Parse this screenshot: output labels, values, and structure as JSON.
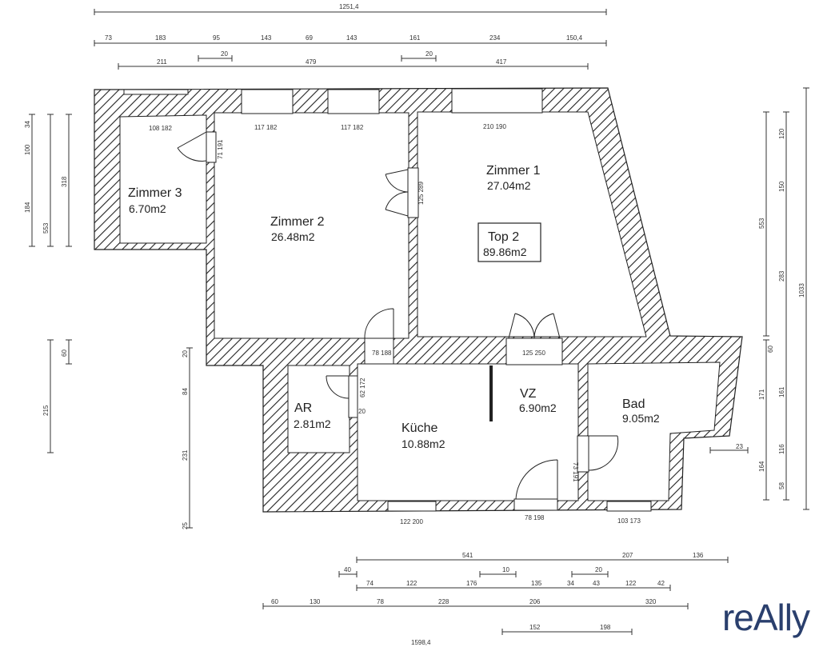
{
  "brand": "reAlly",
  "top_box": {
    "title": "Top  2",
    "area": "89.86m2"
  },
  "rooms": [
    {
      "name": "Zimmer 3",
      "area": "6.70m2"
    },
    {
      "name": "Zimmer 2",
      "area": "26.48m2"
    },
    {
      "name": "Zimmer 1",
      "area": "27.04m2"
    },
    {
      "name": "AR",
      "area": "2.81m2"
    },
    {
      "name": "Küche",
      "area": "10.88m2"
    },
    {
      "name": "VZ",
      "area": "6.90m2"
    },
    {
      "name": "Bad",
      "area": "9.05m2"
    }
  ],
  "openings": [
    "108 182",
    "117 182",
    "117 182",
    "210 190",
    "71 191",
    "125 289",
    "78 188",
    "125 250",
    "62 172",
    "20",
    "73 191",
    "122 200",
    "78 198",
    "103 173",
    "23"
  ],
  "top_dims": {
    "total": "1251,4",
    "row1": [
      "73",
      "183",
      "95",
      "143",
      "69",
      "143",
      "161",
      "234",
      "150,4"
    ],
    "row2": [
      "211",
      "20",
      "479",
      "20",
      "417"
    ]
  },
  "left_dims": {
    "outer": [
      "34",
      "100",
      "184",
      "553",
      "60",
      "215"
    ],
    "inner": [
      "318",
      "20",
      "84",
      "231",
      "25"
    ]
  },
  "right_dims": {
    "outer": [
      "553",
      "60",
      "171",
      "164"
    ],
    "inner": [
      "120",
      "150",
      "283",
      "161",
      "116",
      "58"
    ],
    "total": "1033"
  },
  "bottom_dims": {
    "row1": [
      "541",
      "207",
      "136"
    ],
    "row2": [
      "40",
      "10",
      "20"
    ],
    "row3": [
      "74",
      "122",
      "176",
      "135",
      "34",
      "43",
      "122",
      "42"
    ],
    "row4": [
      "60",
      "130",
      "78",
      "228",
      "206",
      "320"
    ],
    "row5": [
      "152",
      "198"
    ],
    "total": "1598,4"
  }
}
